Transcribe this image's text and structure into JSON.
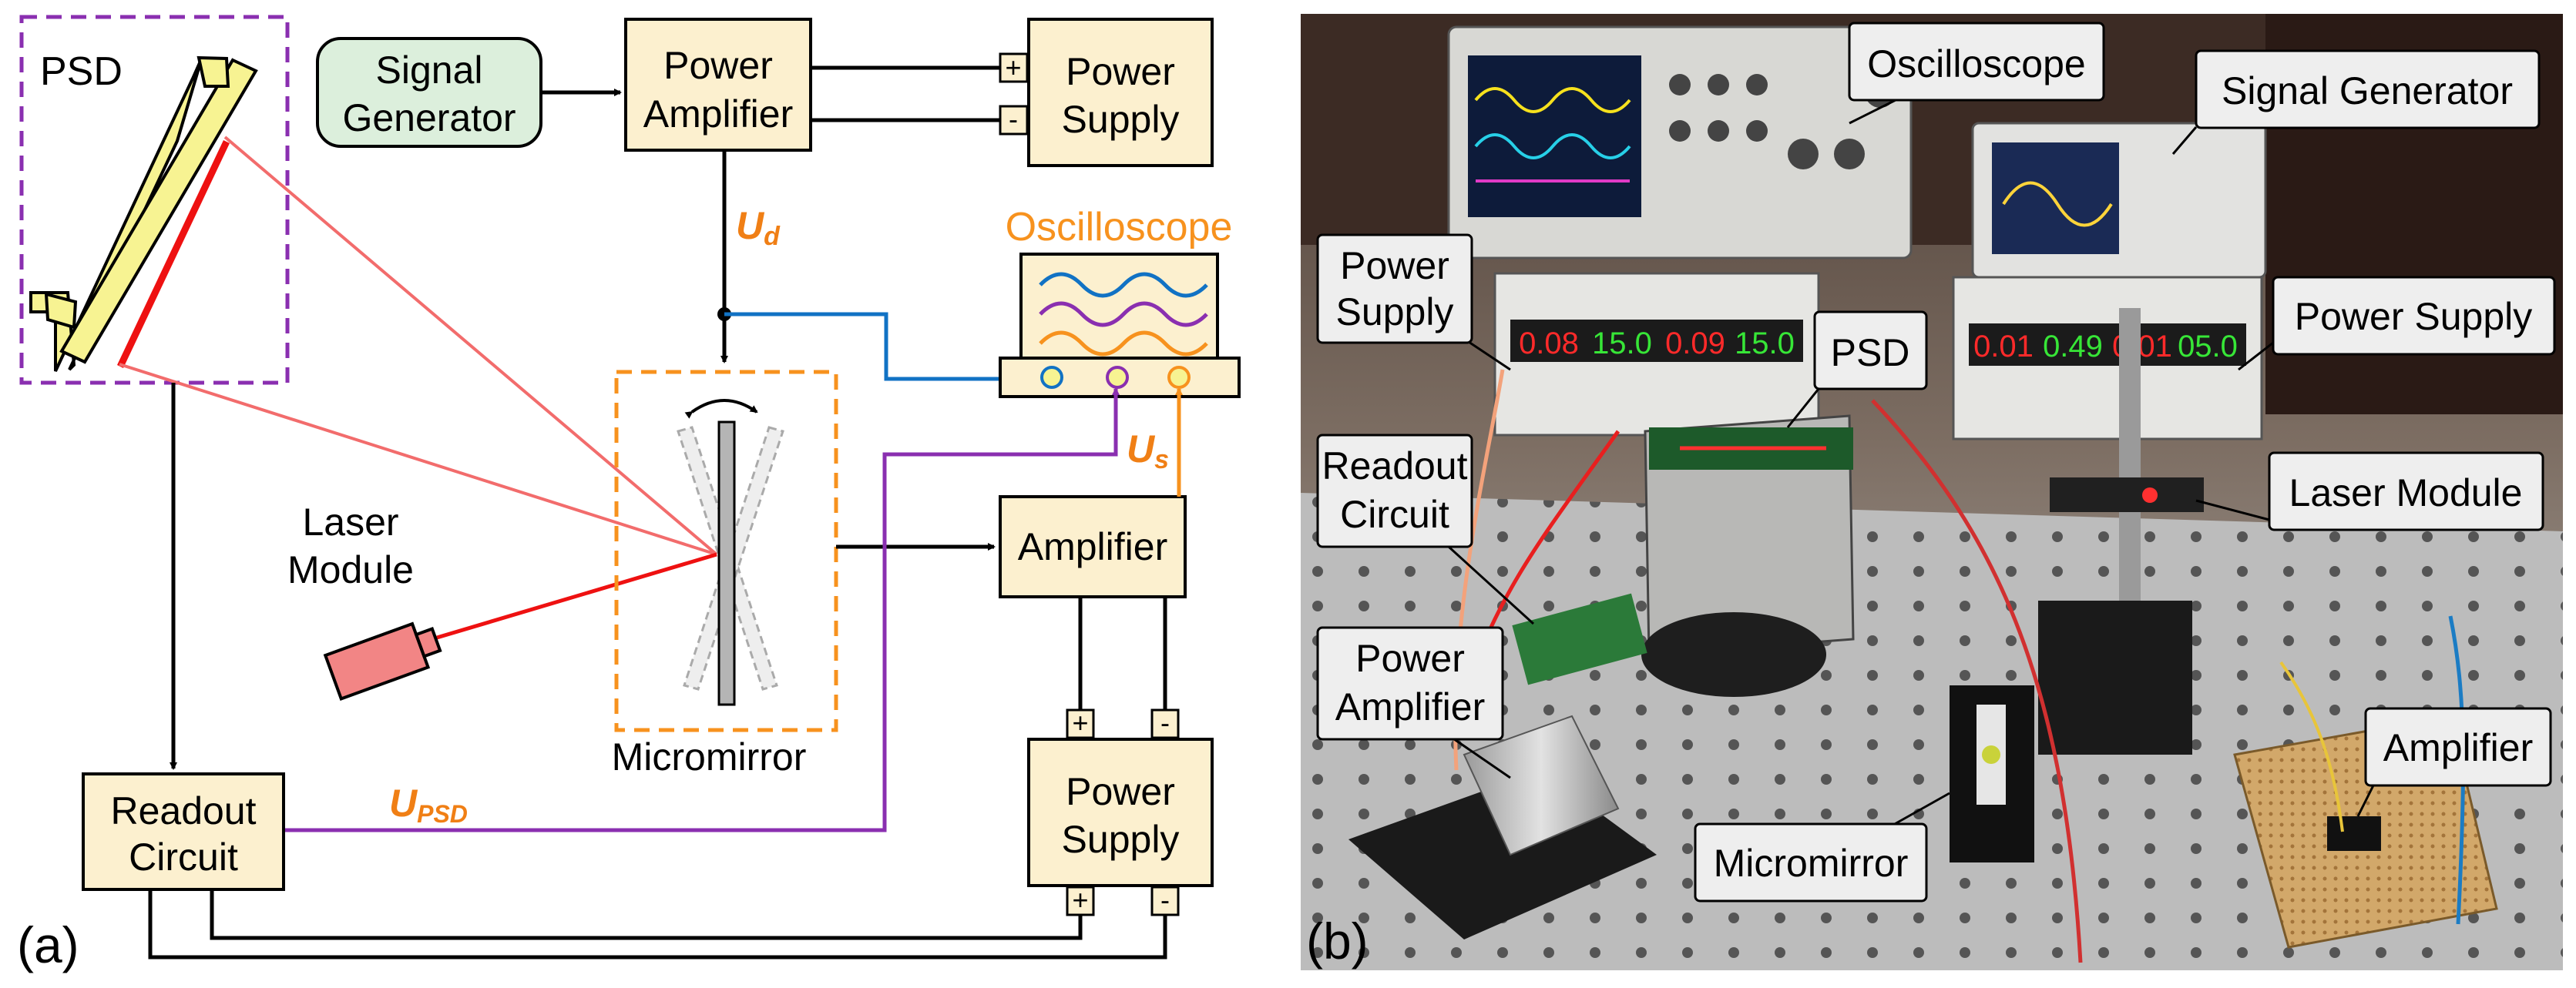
{
  "panel_a": {
    "letter": "(a)",
    "psd": "PSD",
    "signal_generator": [
      "Signal",
      "Generator"
    ],
    "power_amplifier": [
      "Power",
      "Amplifier"
    ],
    "power_supply_top": [
      "Power",
      "Supply"
    ],
    "oscilloscope": "Oscilloscope",
    "laser_module": [
      "Laser",
      "Module"
    ],
    "micromirror": "Micromirror",
    "amplifier": "Amplifier",
    "readout_circuit": [
      "Readout",
      "Circuit"
    ],
    "power_supply_bottom": [
      "Power",
      "Supply"
    ],
    "u_d": {
      "main": "U",
      "sub": "d"
    },
    "u_s": {
      "main": "U",
      "sub": "s"
    },
    "u_psd": {
      "main": "U",
      "sub": "PSD"
    },
    "plus": "+",
    "minus": "-",
    "colors": {
      "signal_gen_fill": "#dcefdc",
      "block_fill": "#fcf0cf",
      "psd_yellow": "#f7f392",
      "laser_red": "#ee1111",
      "laser_pink": "#f26c6c",
      "laser_body": "#f28585",
      "dashed_purple": "#8a2fb0",
      "dashed_orange": "#f7921e",
      "wire_blue": "#1172c4",
      "wire_purple": "#8a2fb0",
      "wire_orange": "#f7921e",
      "label_orange": "#f07f15"
    }
  },
  "panel_b": {
    "letter": "(b)",
    "labels": {
      "oscilloscope": "Oscilloscope",
      "signal_generator": "Signal Generator",
      "power_supply_left": [
        "Power",
        "Supply"
      ],
      "power_supply_right": "Power Supply",
      "psd": "PSD",
      "readout_circuit": [
        "Readout",
        "Circuit"
      ],
      "laser_module": "Laser Module",
      "power_amplifier": [
        "Power",
        "Amplifier"
      ],
      "amplifier": "Amplifier",
      "micromirror": "Micromirror"
    },
    "displays": {
      "ps_left_1": "0.08",
      "ps_left_2": "15.0",
      "ps_left_3": "0.09",
      "ps_left_4": "15.0",
      "ps_right_1": "0.01",
      "ps_right_2": "0.49",
      "ps_right_3": "0.01",
      "ps_right_4": "05.0"
    }
  }
}
